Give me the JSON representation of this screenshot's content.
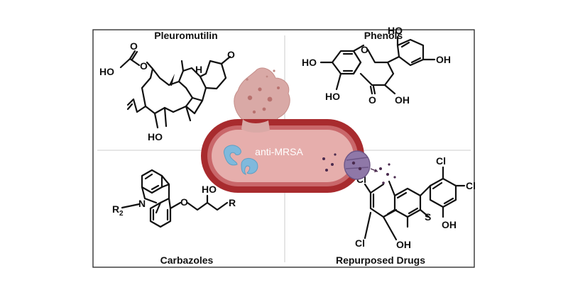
{
  "quadrants": {
    "top_left": {
      "title": "Pleuromutilin"
    },
    "top_right": {
      "title": "Phenols"
    },
    "bottom_left": {
      "title": "Carbazoles"
    },
    "bottom_right": {
      "title": "Repurposed Drugs"
    }
  },
  "center": {
    "label": "anti-MRSA"
  },
  "atoms": {
    "pleuromutilin": {
      "hydroxyl_left": "HO",
      "ester_o": "O",
      "ring_o": "O",
      "ketone_o": "O",
      "h": "H",
      "hydroxyl_bottom": "HO"
    },
    "phenol": {
      "ho_left": "HO",
      "ring_o": "O",
      "ho_top": "HO",
      "oh_right": "OH",
      "ho_bottom": "HO",
      "oh_bottom": "OH",
      "ketone_o": "O"
    },
    "carbazole": {
      "r2": "R",
      "r2_sub": "2",
      "n": "N",
      "o": "O",
      "ho": "HO",
      "r": "R"
    },
    "repurposed": {
      "cl_1": "Cl",
      "cl_2": "Cl",
      "cl_3": "Cl",
      "cl_4": "Cl",
      "s": "S",
      "oh_1": "OH",
      "oh_2": "OH"
    }
  },
  "colors": {
    "cell_outer": "#a82b2e",
    "cell_inner": "#e6aeac",
    "burst": "#d9a9a6",
    "ribosome": "#7fb9dc",
    "pump": "#8f78a8",
    "dots": "#4a2a4e"
  }
}
